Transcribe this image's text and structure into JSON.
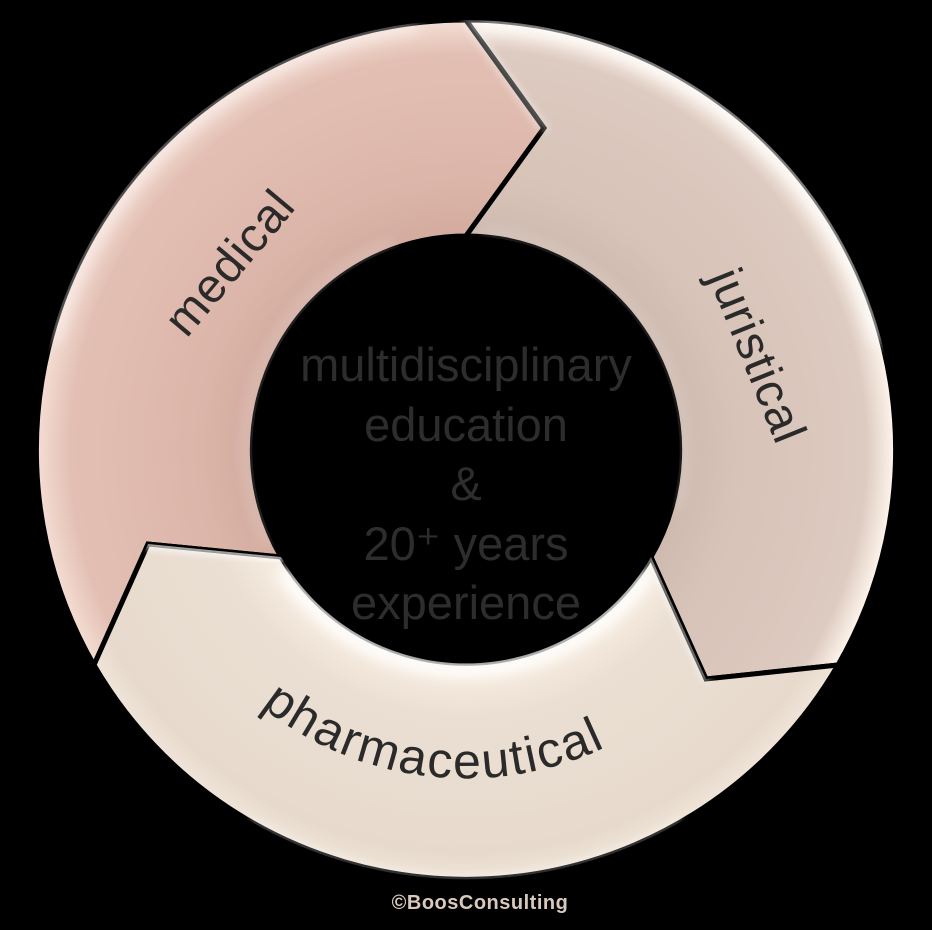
{
  "background_color": "#000000",
  "diagram": {
    "type": "cycle",
    "direction": "clockwise",
    "label_color": "#2a2a2a",
    "gap_color": "#000000",
    "segments": [
      {
        "id": "medical",
        "label": "medical",
        "color": "#dcb5a9"
      },
      {
        "id": "juristical",
        "label": "juristical",
        "color": "#d7c3b8"
      },
      {
        "id": "pharmaceutical",
        "label": "pharmaceutical",
        "color": "#e9ddd1"
      }
    ],
    "center_text": {
      "lines": [
        "multidisciplinary",
        "education",
        "&",
        "20⁺ years",
        "experience"
      ],
      "color": "#2d2d2d"
    },
    "watermark": {
      "text": "©BoosConsulting",
      "color": "#d9c9bc"
    }
  },
  "colors": {
    "medical_inner": "#d2aa9e",
    "medical_main": "#dcb5a9",
    "medical_outer": "#e3bfb3",
    "medical_rim": "#f4ded4",
    "juristical_inner": "#cdb9ae",
    "juristical_main": "#d7c3b8",
    "juristical_outer": "#ddcac0",
    "juristical_rim": "#fff7ee",
    "pharma_inner": "#faf0e3",
    "pharma_main": "#ebdfd3",
    "pharma_outer": "#e7dacd",
    "pharma_rim": "#f0e5d9",
    "highlight": "#ffffff"
  }
}
